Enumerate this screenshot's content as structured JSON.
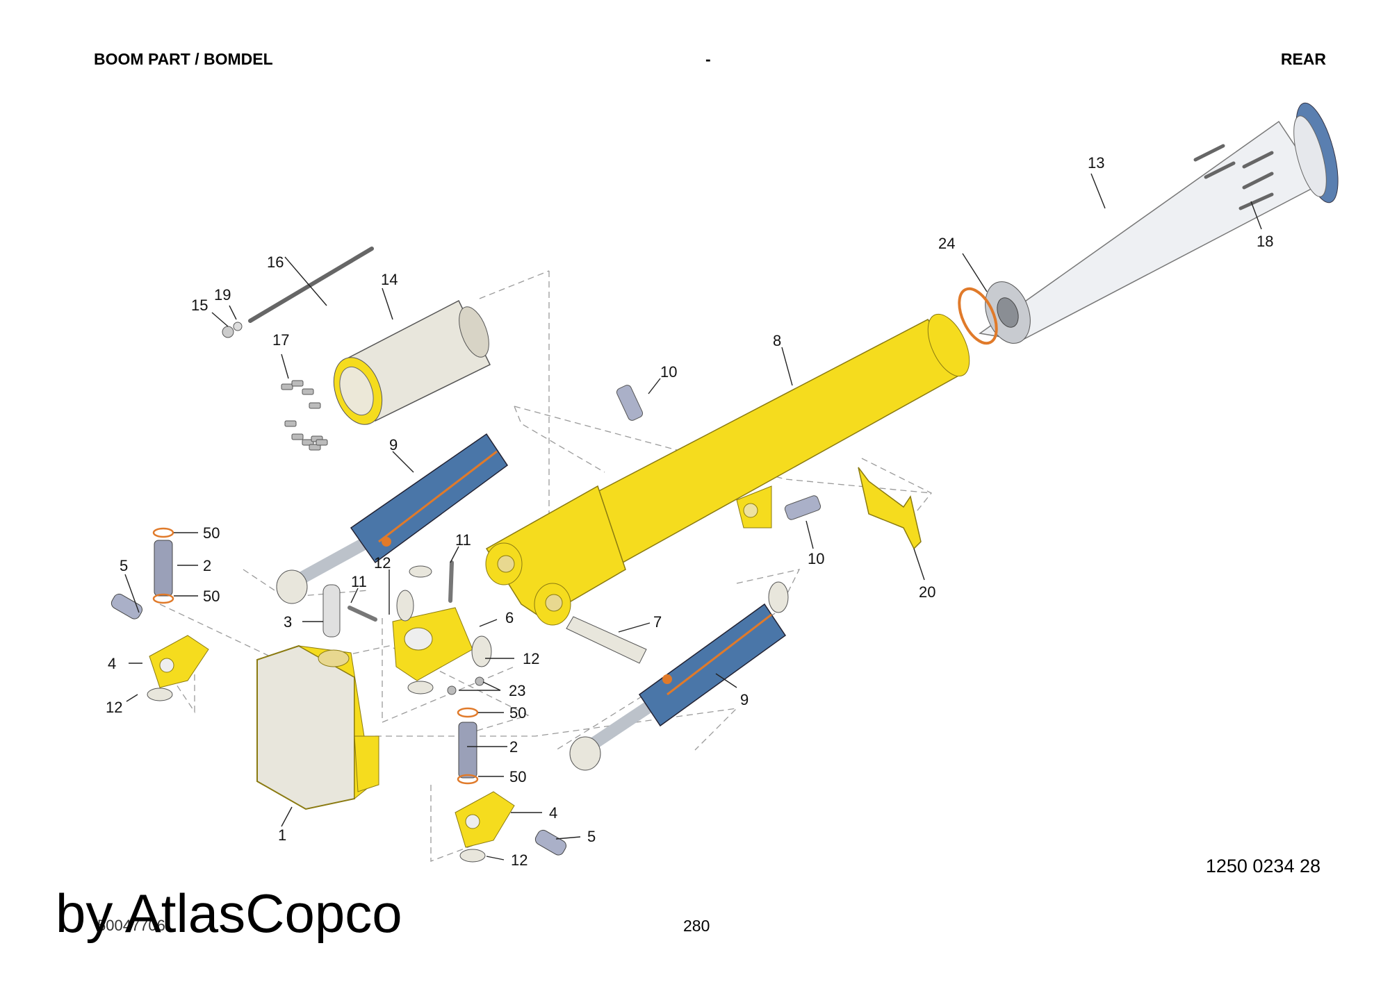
{
  "header": {
    "left": "BOOM PART / BOMDEL",
    "center": "-",
    "right": "REAR"
  },
  "callouts": {
    "c1": "1",
    "c2a": "2",
    "c2b": "2",
    "c3": "3",
    "c4a": "4",
    "c4b": "4",
    "c5a": "5",
    "c5b": "5",
    "c6": "6",
    "c7": "7",
    "c8": "8",
    "c9a": "9",
    "c9b": "9",
    "c10a": "10",
    "c10b": "10",
    "c11a": "11",
    "c11b": "11",
    "c12a": "12",
    "c12b": "12",
    "c12c": "12",
    "c12d": "12",
    "c13": "13",
    "c14": "14",
    "c15": "15",
    "c16": "16",
    "c17": "17",
    "c18": "18",
    "c19": "19",
    "c20": "20",
    "c23": "23",
    "c24": "24",
    "c50a": "50",
    "c50b": "50",
    "c50c": "50",
    "c50d": "50"
  },
  "doc_number": "1250 0234 28",
  "page_number": "280",
  "small_code": "50047706",
  "watermark": "by AtlasCopco",
  "colors": {
    "boom_yellow": "#f5dc1e",
    "cylinder_blue": "#4a76a8",
    "light_gray": "#e8e6dc",
    "orange": "#e07a2a"
  }
}
